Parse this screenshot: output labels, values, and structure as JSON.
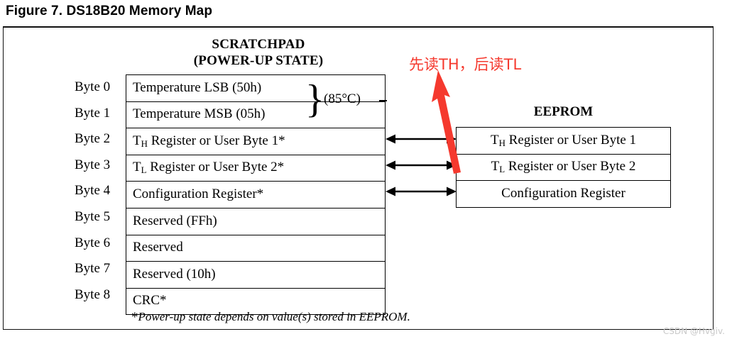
{
  "figure": {
    "title": "Figure 7. DS18B20 Memory Map",
    "footnote_marker": "*",
    "footnote": "Power-up state depends on value(s) stored in EEPROM."
  },
  "scratchpad": {
    "heading_line1": "SCRATCHPAD",
    "heading_line2": "(POWER-UP STATE)",
    "byte_labels": [
      "Byte 0",
      "Byte 1",
      "Byte 2",
      "Byte 3",
      "Byte 4",
      "Byte 5",
      "Byte 6",
      "Byte 7",
      "Byte 8"
    ],
    "rows": [
      {
        "byte": "Byte 0",
        "content": "Temperature LSB (50h)",
        "sub": "",
        "prefix": "",
        "suffix": ""
      },
      {
        "byte": "Byte 1",
        "content": "Temperature MSB (05h)",
        "sub": "",
        "prefix": "",
        "suffix": ""
      },
      {
        "byte": "Byte 2",
        "content": " Register or User Byte 1*",
        "sub": "H",
        "prefix": "T",
        "suffix": ""
      },
      {
        "byte": "Byte 3",
        "content": " Register or User Byte 2*",
        "sub": "L",
        "prefix": "T",
        "suffix": ""
      },
      {
        "byte": "Byte 4",
        "content": "Configuration Register*",
        "sub": "",
        "prefix": "",
        "suffix": ""
      },
      {
        "byte": "Byte 5",
        "content": "Reserved (FFh)",
        "sub": "",
        "prefix": "",
        "suffix": ""
      },
      {
        "byte": "Byte 6",
        "content": "Reserved",
        "sub": "",
        "prefix": "",
        "suffix": ""
      },
      {
        "byte": "Byte 7",
        "content": "Reserved (10h)",
        "sub": "",
        "prefix": "",
        "suffix": ""
      },
      {
        "byte": "Byte 8",
        "content": "CRC*",
        "sub": "",
        "prefix": "",
        "suffix": ""
      }
    ],
    "temperature_annotation": "(85°C)"
  },
  "eeprom": {
    "heading": "EEPROM",
    "rows": [
      {
        "content": " Register or User Byte 1",
        "sub": "H",
        "prefix": "T"
      },
      {
        "content": " Register or User Byte 2",
        "sub": "L",
        "prefix": "T"
      },
      {
        "content": "Configuration Register",
        "sub": "",
        "prefix": ""
      }
    ]
  },
  "connectors": [
    {
      "name": "th-connector",
      "label": "TH Register bidirectional link"
    },
    {
      "name": "tl-connector",
      "label": "TL Register bidirectional link"
    },
    {
      "name": "cfg-connector",
      "label": "Configuration Register bidirectional link"
    }
  ],
  "annotation": {
    "red_note": "先读TH，后读TL",
    "red_color": "#f5392e"
  },
  "watermark": {
    "text": "CSDN @Hvgiv.",
    "color": "#c9c9c9"
  }
}
